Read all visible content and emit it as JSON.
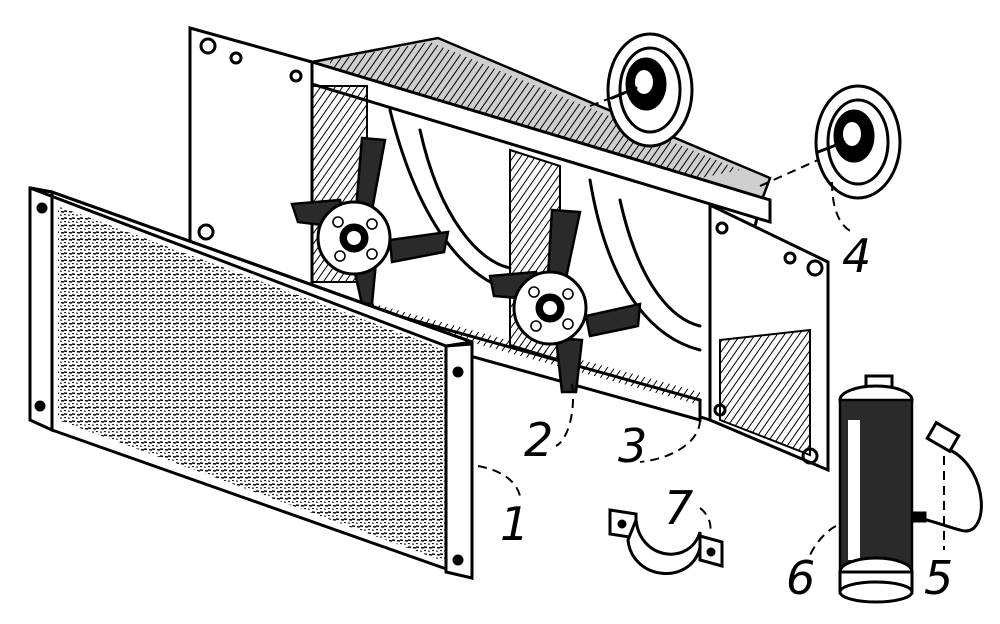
{
  "callouts": [
    {
      "id": "1",
      "text": "1"
    },
    {
      "id": "2",
      "text": "2"
    },
    {
      "id": "3",
      "text": "3"
    },
    {
      "id": "4",
      "text": "4"
    },
    {
      "id": "5",
      "text": "5"
    },
    {
      "id": "6",
      "text": "6"
    },
    {
      "id": "7",
      "text": "7"
    }
  ],
  "colors": {
    "ink": "#000000",
    "paper": "#ffffff",
    "shade": "#cfcfcf"
  }
}
